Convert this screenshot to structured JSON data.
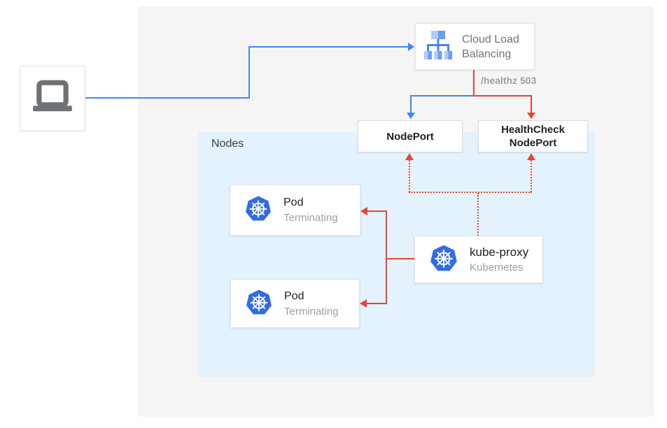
{
  "colors": {
    "blue": "#4285f4",
    "red": "#ea4335",
    "panel_gray": "#f5f5f5",
    "nodes_bg": "#e3f2fd",
    "kubernetes_blue": "#326ce5",
    "icon_blue_light": "#aecbfa",
    "icon_blue_medium": "#669df6",
    "laptop_gray": "#6e7275"
  },
  "labels": {
    "nodes": "Nodes",
    "healthz": "/healthz 503"
  },
  "boxes": {
    "cloud_load_balancing": {
      "line1": "Cloud Load",
      "line2": "Balancing"
    },
    "nodeport": {
      "label": "NodePort"
    },
    "healthcheck_nodeport": {
      "line1": "HealthCheck",
      "line2": "NodePort"
    },
    "kube_proxy": {
      "title": "kube-proxy",
      "subtitle": "Kubernetes"
    },
    "pods": [
      {
        "title": "Pod",
        "subtitle": "Terminating"
      },
      {
        "title": "Pod",
        "subtitle": "Terminating"
      }
    ]
  }
}
